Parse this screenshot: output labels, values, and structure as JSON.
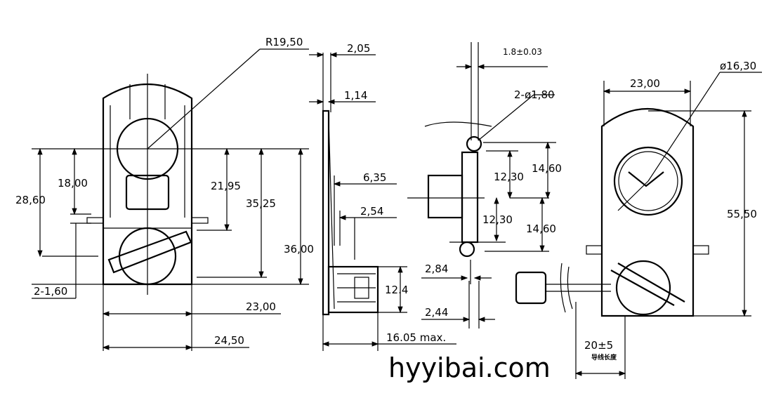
{
  "watermark": "hyyibai.com",
  "front_view": {
    "radius": "R19,50",
    "dims": [
      "18,00",
      "28,60",
      "21,95",
      "35,25",
      "36,00",
      "2-1,60",
      "23,00",
      "24,50"
    ]
  },
  "side_view": {
    "dims": [
      "2,05",
      "1,14",
      "6,35",
      "2,54",
      "12.4",
      "16.05  max."
    ]
  },
  "side_view_2": {
    "dims": [
      "1.8±0.03",
      "2-ø1,80",
      "12,30",
      "14,60",
      "12,30",
      "14,60",
      "2,84",
      "2,44"
    ]
  },
  "rear_view": {
    "dims": [
      "23,00",
      "ø16,30",
      "55,50",
      "20±5"
    ],
    "wire_length_note": "导线长度"
  }
}
